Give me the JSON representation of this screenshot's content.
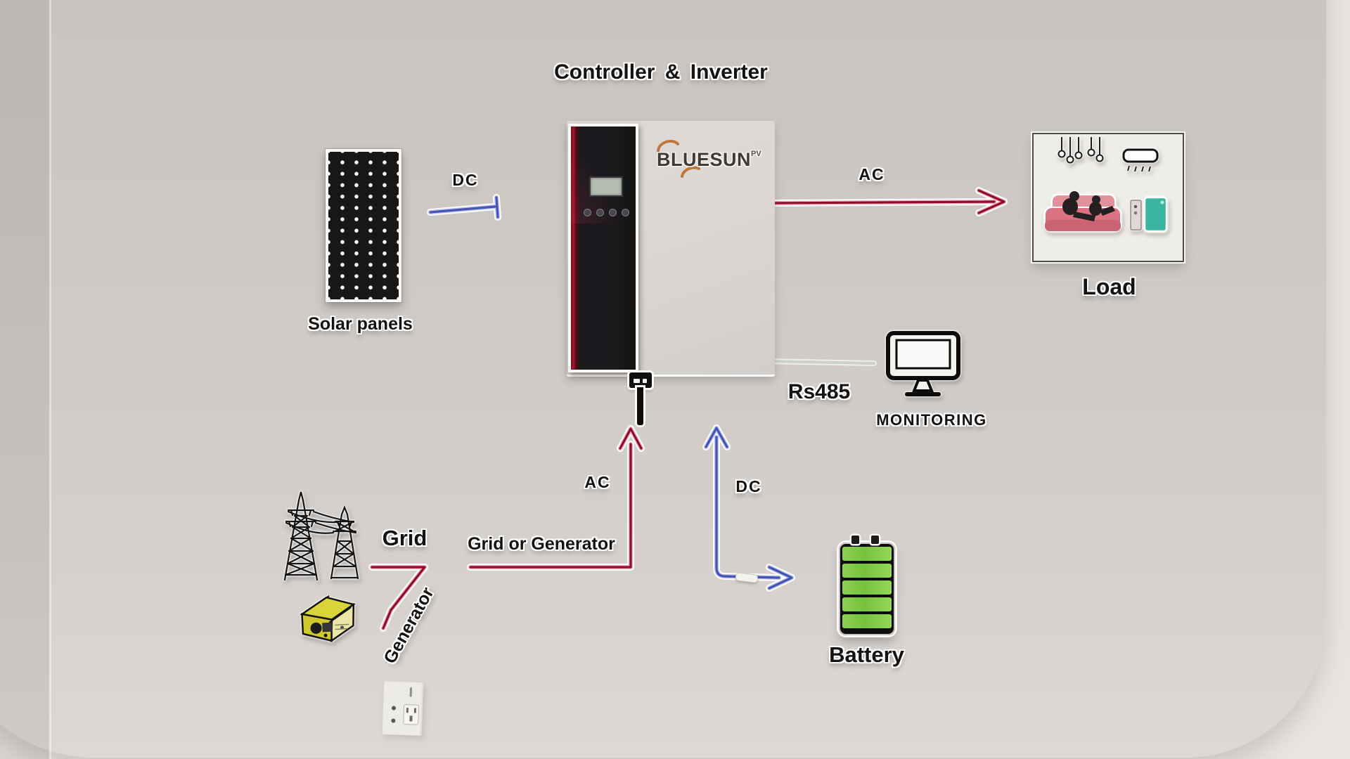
{
  "title": "Controller & Inverter",
  "labels": {
    "solar_panels": "Solar panels",
    "solar_dc": "DC",
    "ac_out": "AC",
    "load": "Load",
    "rs485": "Rs485",
    "monitoring": "MONITORING",
    "ac_in": "AC",
    "ac_in_source": "Grid or Generator",
    "battery_dc": "DC",
    "grid": "Grid",
    "generator": "Generator",
    "battery": "Battery"
  },
  "inverter": {
    "brand": "BLUESUN",
    "brand_suffix": "PV"
  },
  "colors": {
    "background": "#cdc9c6",
    "ac_red": "#8e0e2a",
    "ac_glow": "#f0a8bd",
    "dc_blue": "#4553b4",
    "dc_glow": "#b6bfe8",
    "rs485_line": "#c3ccc4",
    "battery_green": "#7cc43f",
    "logo_orange": "#c0773c",
    "fridge_teal": "#3ab5a0",
    "sofa_pink": "#d9737f",
    "generator_yellow": "#d8d43a"
  },
  "icons": {
    "solar_panel": "solar-panel-icon",
    "inverter": "inverter-device",
    "load_scene": "living-room-load-icons",
    "monitor": "computer-monitor-icon",
    "grid_towers": "transmission-towers-icon",
    "generator": "portable-generator-icon",
    "battery": "battery-icon",
    "outlet": "wall-outlet-icon",
    "plug": "cable-plug-icon"
  }
}
